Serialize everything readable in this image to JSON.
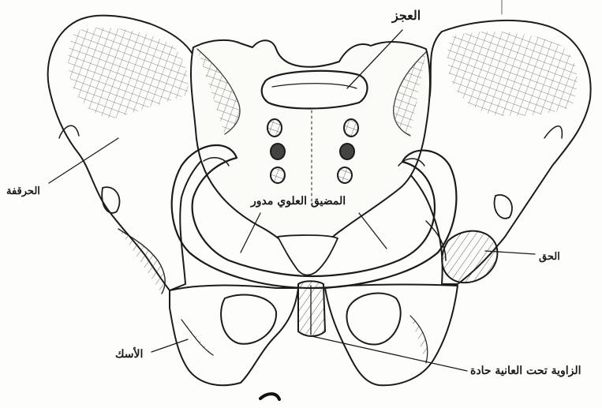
{
  "diagram": {
    "labels": {
      "sacrum": "العجز",
      "iliac_crest": "الحرقفة",
      "pelvic_inlet": "المضيق العلوي مدور",
      "acetabulum": "الحق",
      "ischium": "الأسك",
      "subpubic_angle": "الزاوية تحت العانية حادة"
    },
    "colors": {
      "ink": "#1b1b1b",
      "paper": "#fdfdfb"
    }
  }
}
